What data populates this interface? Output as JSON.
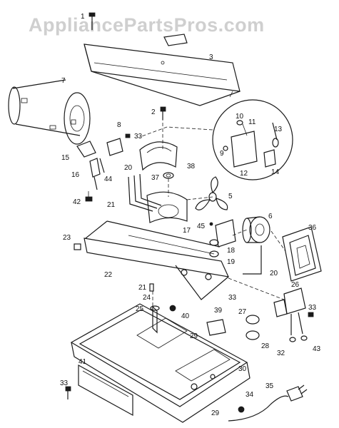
{
  "watermark": "AppliancePartsPros.com",
  "callouts": [
    {
      "id": "c1",
      "text": "1"
    },
    {
      "id": "c2",
      "text": "2"
    },
    {
      "id": "c3",
      "text": "3"
    },
    {
      "id": "c5",
      "text": "5"
    },
    {
      "id": "c6",
      "text": "6"
    },
    {
      "id": "c7",
      "text": "7"
    },
    {
      "id": "c8",
      "text": "8"
    },
    {
      "id": "c9",
      "text": "9"
    },
    {
      "id": "c10",
      "text": "10"
    },
    {
      "id": "c11",
      "text": "11"
    },
    {
      "id": "c12",
      "text": "12"
    },
    {
      "id": "c13",
      "text": "13"
    },
    {
      "id": "c14",
      "text": "14"
    },
    {
      "id": "c15",
      "text": "15"
    },
    {
      "id": "c16",
      "text": "16"
    },
    {
      "id": "c17",
      "text": "17"
    },
    {
      "id": "c18",
      "text": "18"
    },
    {
      "id": "c19",
      "text": "19"
    },
    {
      "id": "c20a",
      "text": "20"
    },
    {
      "id": "c20b",
      "text": "20"
    },
    {
      "id": "c21a",
      "text": "21"
    },
    {
      "id": "c21b",
      "text": "21"
    },
    {
      "id": "c22",
      "text": "22"
    },
    {
      "id": "c23",
      "text": "23"
    },
    {
      "id": "c24",
      "text": "24"
    },
    {
      "id": "c25",
      "text": "25"
    },
    {
      "id": "c26",
      "text": "26"
    },
    {
      "id": "c27",
      "text": "27"
    },
    {
      "id": "c28",
      "text": "28"
    },
    {
      "id": "c29a",
      "text": "29"
    },
    {
      "id": "c29b",
      "text": "29"
    },
    {
      "id": "c30",
      "text": "30"
    },
    {
      "id": "c32",
      "text": "32"
    },
    {
      "id": "c33a",
      "text": "33"
    },
    {
      "id": "c33b",
      "text": "33"
    },
    {
      "id": "c33c",
      "text": "33"
    },
    {
      "id": "c33d",
      "text": "33"
    },
    {
      "id": "c34",
      "text": "34"
    },
    {
      "id": "c35",
      "text": "35"
    },
    {
      "id": "c36",
      "text": "36"
    },
    {
      "id": "c37",
      "text": "37"
    },
    {
      "id": "c38",
      "text": "38"
    },
    {
      "id": "c39",
      "text": "39"
    },
    {
      "id": "c40",
      "text": "40"
    },
    {
      "id": "c41",
      "text": "41"
    },
    {
      "id": "c42",
      "text": "42"
    },
    {
      "id": "c43",
      "text": "43"
    },
    {
      "id": "c44",
      "text": "44"
    },
    {
      "id": "c45",
      "text": "45"
    }
  ]
}
